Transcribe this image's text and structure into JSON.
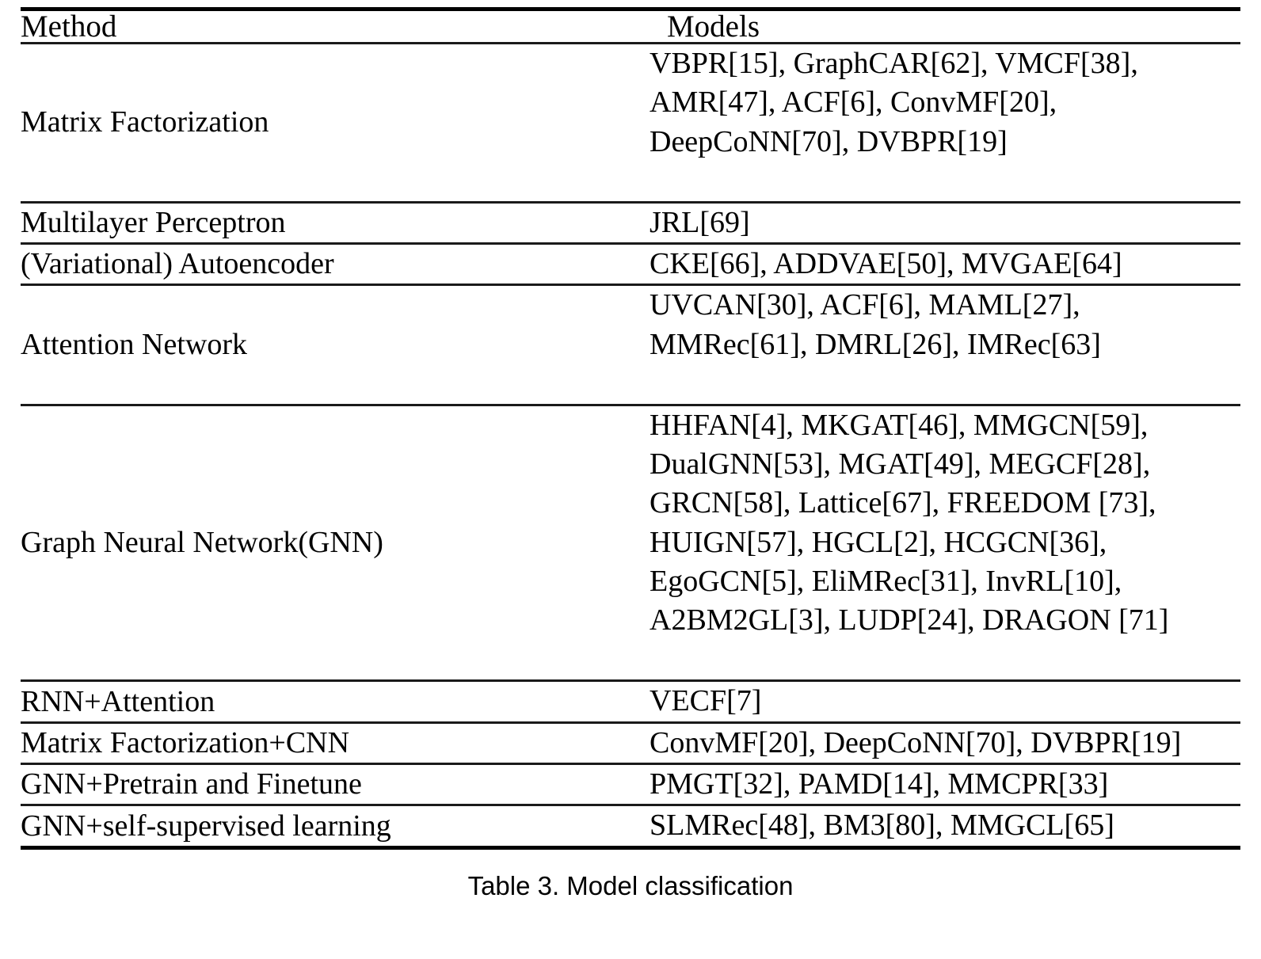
{
  "table": {
    "headers": {
      "method": "Method",
      "models": "Models"
    },
    "rows": [
      {
        "method": "Matrix Factorization",
        "models": "VBPR[15], GraphCAR[62], VMCF[38], AMR[47], ACF[6], ConvMF[20], DeepCoNN[70], DVBPR[19]"
      },
      {
        "method": "Multilayer Perceptron",
        "models": "JRL[69]"
      },
      {
        "method": "(Variational) Autoencoder",
        "models": "CKE[66], ADDVAE[50], MVGAE[64]"
      },
      {
        "method": "Attention Network",
        "models": "UVCAN[30], ACF[6], MAML[27], MMRec[61], DMRL[26], IMRec[63]"
      },
      {
        "method": "Graph Neural Network(GNN)",
        "models": "HHFAN[4], MKGAT[46], MMGCN[59], DualGNN[53], MGAT[49], MEGCF[28], GRCN[58], Lattice[67], FREEDOM [73], HUIGN[57], HGCL[2], HCGCN[36], EgoGCN[5], EliMRec[31], InvRL[10], A2BM2GL[3], LUDP[24], DRAGON [71]"
      },
      {
        "method": "RNN+Attention",
        "models": "VECF[7]"
      },
      {
        "method": "Matrix Factorization+CNN",
        "models": "ConvMF[20], DeepCoNN[70], DVBPR[19]"
      },
      {
        "method": "GNN+Pretrain and Finetune",
        "models": "PMGT[32], PAMD[14], MMCPR[33]"
      },
      {
        "method": "GNN+self-supervised learning",
        "models": "SLMRec[48], BM3[80], MMGCL[65]"
      }
    ]
  },
  "caption": "Table 3.  Model classification"
}
